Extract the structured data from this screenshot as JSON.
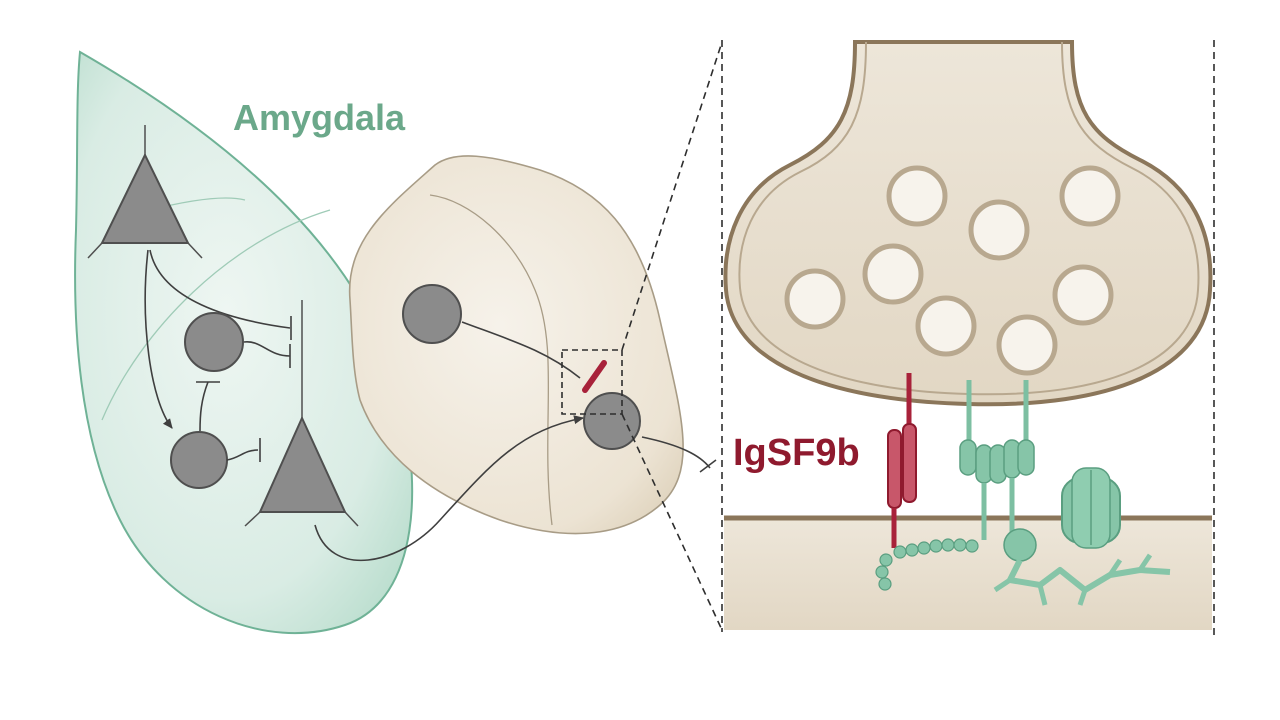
{
  "labels": {
    "region": "Amygdala",
    "protein": "IgSF9b"
  },
  "colors": {
    "amygdala_fill": "#d7ebe3",
    "amygdala_stroke": "#6fb296",
    "region_text": "#6ba88a",
    "nucleus_fill": "#ece3d3",
    "nucleus_stroke": "#a89c86",
    "neuron_fill": "#8b8b8b",
    "neuron_stroke": "#4f4f4f",
    "protein_red": "#a8223a",
    "protein_text": "#8f1a2e",
    "synapse_fill": "#e7ddcc",
    "membrane": "#8b765a",
    "vesicle_ring": "#b8a88f",
    "scaffold_green": "#7dbfa2"
  },
  "icons": {
    "pyramidal_neuron": "triangle",
    "interneuron": "circle",
    "inhibitory_synapse": "t-bar"
  }
}
